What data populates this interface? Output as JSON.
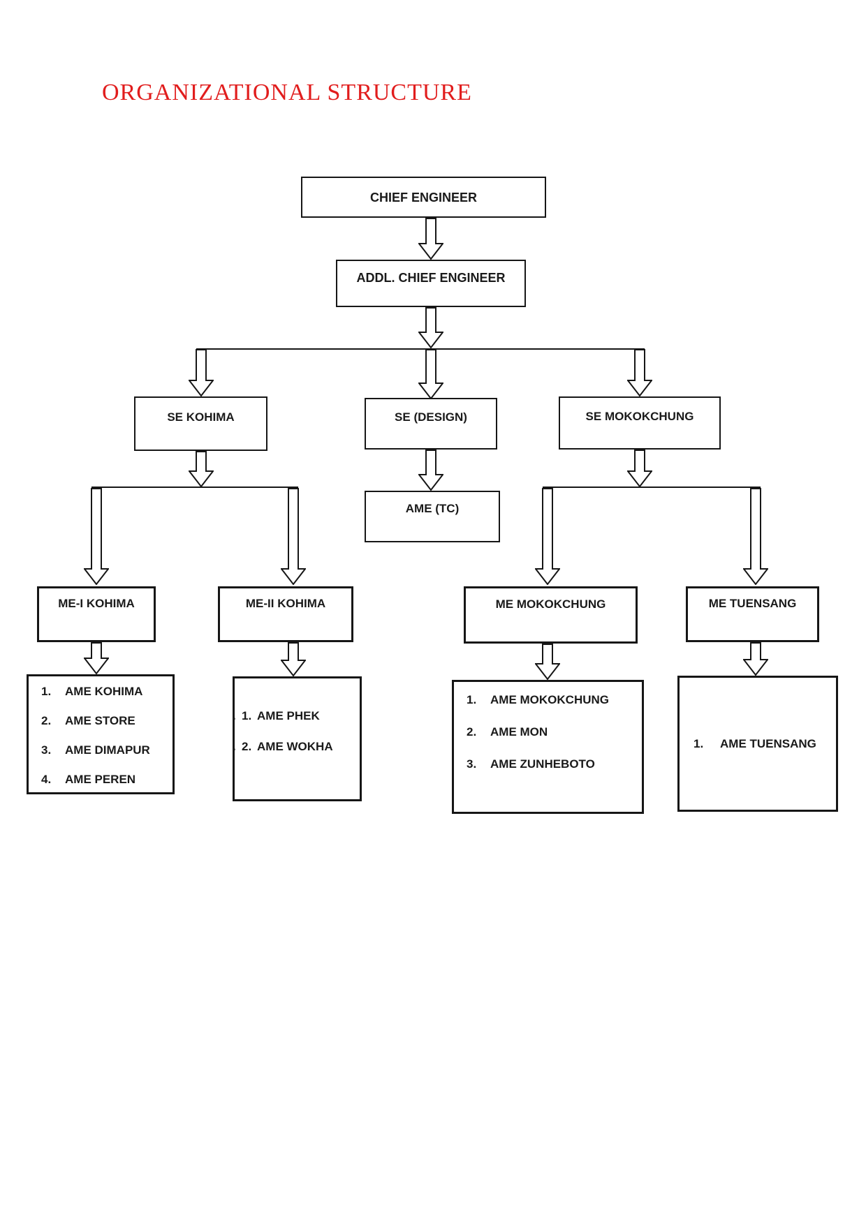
{
  "title": {
    "text": "ORGANIZATIONAL STRUCTURE",
    "color": "#e11d1d"
  },
  "nodes": {
    "chief": {
      "label": "CHIEF ENGINEER"
    },
    "addl_chief": {
      "label": "ADDL. CHIEF ENGINEER"
    },
    "se_kohima": {
      "label": "SE KOHIMA"
    },
    "se_design": {
      "label": "SE (DESIGN)"
    },
    "se_mokokchung": {
      "label": "SE MOKOKCHUNG"
    },
    "ame_tc": {
      "label": "AME (TC)"
    },
    "me_i_kohima": {
      "label": "ME-I KOHIMA"
    },
    "me_ii_kohima": {
      "label": "ME-II KOHIMA"
    },
    "me_mokokchung": {
      "label": "ME MOKOKCHUNG"
    },
    "me_tuensang": {
      "label": "ME TUENSANG"
    }
  },
  "lists": {
    "me_i_kohima": {
      "items": [
        {
          "num": "1.",
          "label": "AME KOHIMA"
        },
        {
          "num": "2.",
          "label": "AME STORE"
        },
        {
          "num": "3.",
          "label": "AME DIMAPUR"
        },
        {
          "num": "4.",
          "label": "AME PEREN"
        }
      ]
    },
    "me_ii_kohima": {
      "clip_mark": ".",
      "items": [
        {
          "num": "1.",
          "label": "AME PHEK"
        },
        {
          "num": "2.",
          "label": "AME WOKHA"
        }
      ]
    },
    "me_mokokchung": {
      "items": [
        {
          "num": "1.",
          "label": "AME MOKOKCHUNG"
        },
        {
          "num": "2.",
          "label": "AME MON"
        },
        {
          "num": "3.",
          "label": "AME ZUNHEBOTO"
        }
      ]
    },
    "me_tuensang": {
      "items": [
        {
          "num": "1.",
          "label": "AME TUENSANG"
        }
      ]
    }
  },
  "hierarchy": {
    "CHIEF ENGINEER": [
      "ADDL. CHIEF ENGINEER"
    ],
    "ADDL. CHIEF ENGINEER": [
      "SE KOHIMA",
      "SE (DESIGN)",
      "SE MOKOKCHUNG"
    ],
    "SE KOHIMA": [
      "ME-I KOHIMA",
      "ME-II KOHIMA"
    ],
    "SE (DESIGN)": [
      "AME (TC)"
    ],
    "SE MOKOKCHUNG": [
      "ME MOKOKCHUNG",
      "ME TUENSANG"
    ],
    "ME-I KOHIMA": [
      "AME KOHIMA",
      "AME STORE",
      "AME DIMAPUR",
      "AME PEREN"
    ],
    "ME-II KOHIMA": [
      "AME PHEK",
      "AME WOKHA"
    ],
    "ME MOKOKCHUNG": [
      "AME MOKOKCHUNG",
      "AME MON",
      "AME ZUNHEBOTO"
    ],
    "ME TUENSANG": [
      "AME TUENSANG"
    ]
  }
}
